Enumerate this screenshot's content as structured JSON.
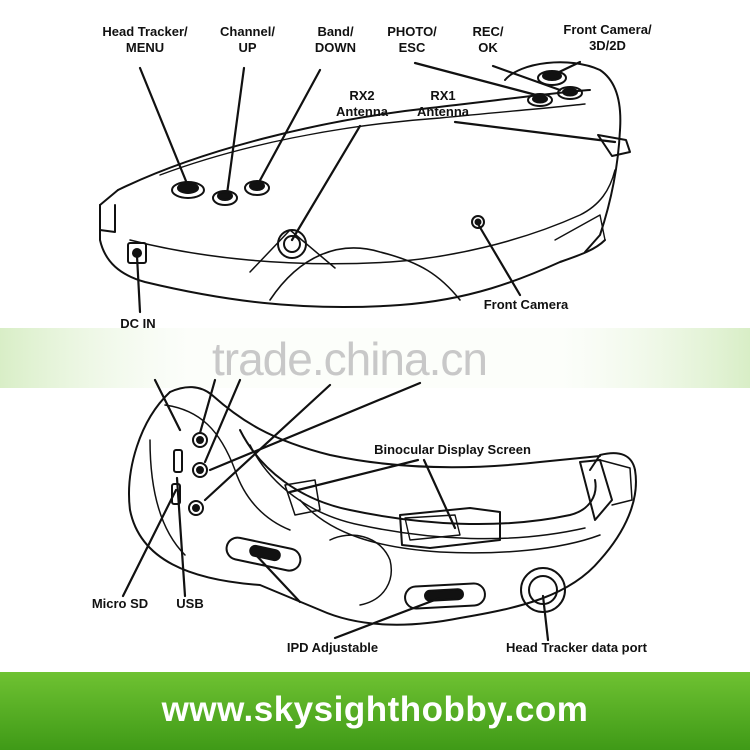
{
  "labels": {
    "head_tracker_menu": [
      "Head Tracker/",
      "MENU"
    ],
    "channel_up": [
      "Channel/",
      "UP"
    ],
    "band_down": [
      "Band/",
      "DOWN"
    ],
    "photo_esc": [
      "PHOTO/",
      "ESC"
    ],
    "rec_ok": [
      "REC/",
      "OK"
    ],
    "front_camera_3d2d": [
      "Front Camera/",
      "3D/2D"
    ],
    "rx2_antenna": [
      "RX2",
      "Antenna"
    ],
    "rx1_antenna": [
      "RX1",
      "Antenna"
    ],
    "front_camera": "Front Camera",
    "dc_in": "DC IN",
    "binocular_display": "Binocular Display Screen",
    "micro_sd": "Micro SD",
    "usb": "USB",
    "ipd_adjustable": "IPD Adjustable",
    "head_tracker_port": "Head Tracker data port"
  },
  "watermark": {
    "text": "trade.china.cn"
  },
  "footer": {
    "url": "www.skysighthobby.com"
  },
  "colors": {
    "footer_top": "#6fc232",
    "footer_bottom": "#3f9a17",
    "watermark_band": "#e6f4d9",
    "line": "#111111"
  }
}
